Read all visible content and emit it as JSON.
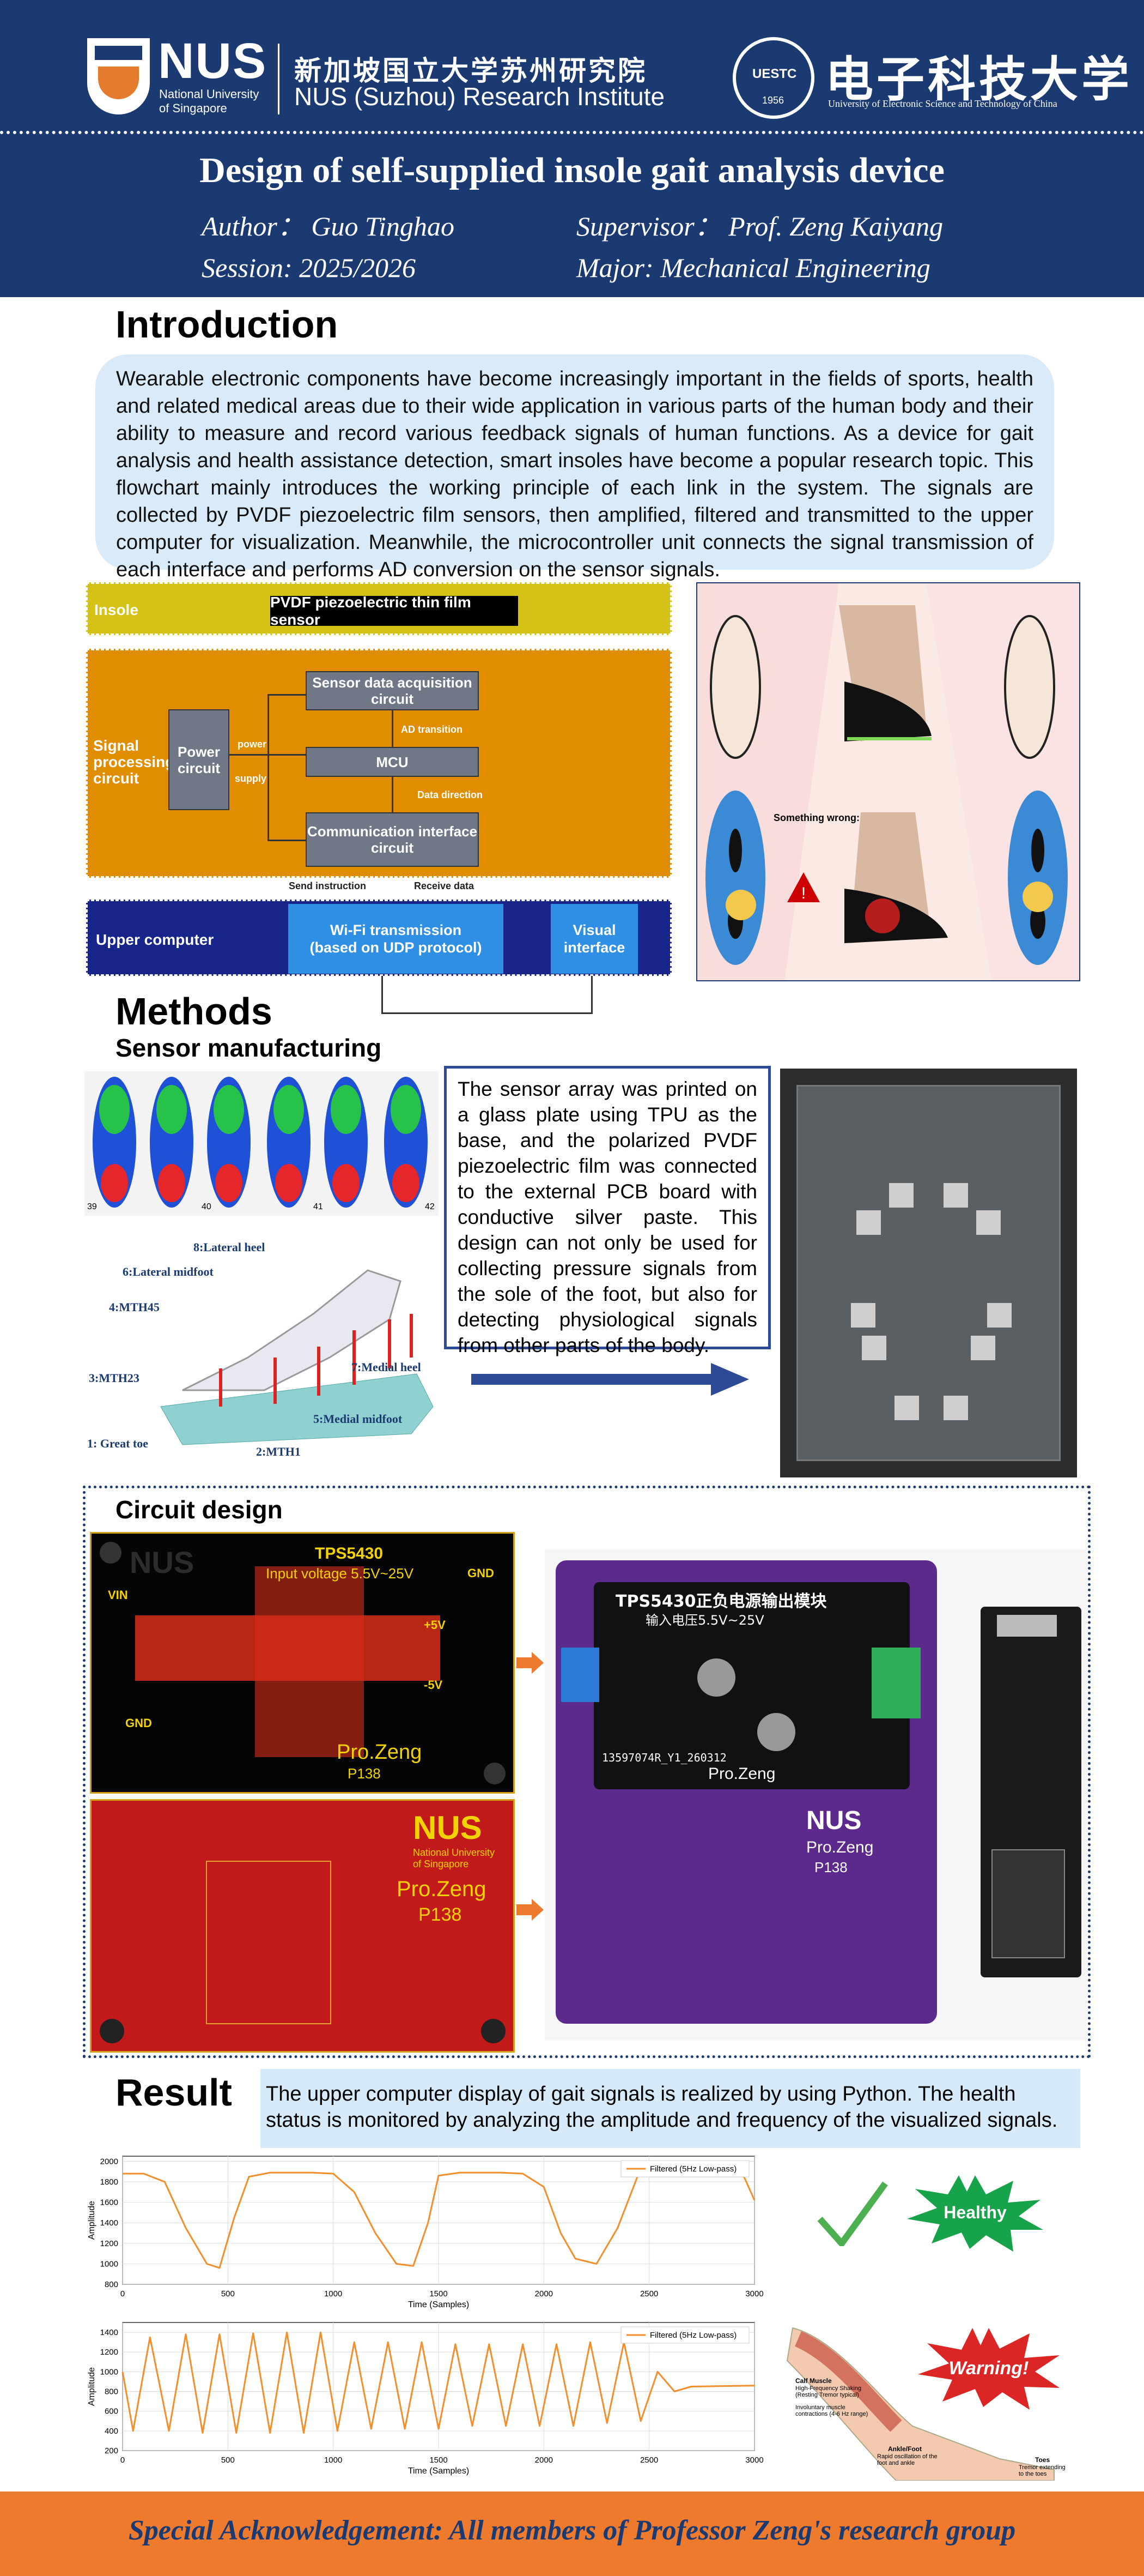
{
  "header": {
    "nus_logo": "NUS",
    "nus_full": "National University of Singapore",
    "institute_cn": "新加坡国立大学苏州研究院",
    "institute_en": "NUS (Suzhou) Research Institute",
    "uestc_cn": "电子科技大学",
    "uestc_en": "University of Electronic Science and Technology of China",
    "uestc_seal": "UESTC",
    "uestc_year": "1956"
  },
  "title": "Design of self-supplied insole gait analysis device",
  "meta": {
    "author": "Author： Guo Tinghao",
    "supervisor": "Supervisor： Prof. Zeng Kaiyang",
    "session": "Session: 2025/2026",
    "major": "Major: Mechanical Engineering"
  },
  "introduction": {
    "heading": "Introduction",
    "text": "Wearable electronic components have become increasingly important in the fields of sports, health and related medical areas due to their wide application in various parts of the human body and their ability to measure and record various feedback signals of human functions. As a device for gait analysis and health assistance detection, smart insoles have become a popular research topic. This flowchart mainly introduces the working principle of each link in the system. The signals are collected by PVDF piezoelectric film sensors, then amplified, filtered and transmitted to the upper computer for visualization. Meanwhile, the microcontroller unit connects the signal transmission of each interface and performs AD conversion on the sensor signals."
  },
  "flowchart": {
    "insole": "Insole",
    "sensor": "PVDF piezoelectric thin film sensor",
    "signal_processing": "Signal processing circuit",
    "power_circuit": "Power circuit",
    "power": "power",
    "supply": "supply",
    "acquisition": "Sensor data acquisition circuit",
    "ad_transition": "AD transition",
    "mcu": "MCU",
    "data_direction": "Data direction",
    "comm": "Communication interface circuit",
    "send_instruction": "Send instruction",
    "receive_data": "Receive data",
    "upper_computer": "Upper computer",
    "wifi": "Wi-Fi transmission (based on UDP protocol)",
    "visual": "Visual interface"
  },
  "illustration": {
    "something_wrong": "Something wrong:"
  },
  "methods": {
    "heading": "Methods",
    "sensor_heading": "Sensor manufacturing",
    "sensor_text": "The sensor array was printed on a glass plate using TPU as the base, and the polarized PVDF piezoelectric film was connected to the external PCB board with conductive silver paste. This design can not only be used for collecting pressure signals from the sole of the foot, but also for detecting physiological signals from other parts of the body.",
    "footprint_labels": [
      "39",
      "40",
      "41",
      "42"
    ],
    "foot_points": [
      "8:Lateral heel",
      "6:Lateral midfoot",
      "4:MTH45",
      "3:MTH23",
      "1: Great toe",
      "2:MTH1",
      "5:Medial midfoot",
      "7:Medial heel"
    ],
    "circuit_heading": "Circuit design"
  },
  "pcb": {
    "chip": "TPS5430",
    "input_voltage": "Input voltage 5.5V~25V",
    "label_vin": "VIN",
    "label_gnd": "GND",
    "label_5v": "+5V",
    "label_m5v": "-5V",
    "label_pro": "Pro.Zeng",
    "label_p138": "P138",
    "nus": "NUS",
    "nus_sub": "National University of Singapore",
    "photo_title": "TPS5430正负电源输出模块",
    "photo_sub": "输入电压5.5V~25V",
    "photo_code": "13597074R_Y1_260312"
  },
  "result": {
    "heading": "Result",
    "text": "The upper computer display of gait signals is realized by using Python. The health status is monitored by analyzing the amplitude and frequency of the visualized signals.",
    "healthy": "Healthy",
    "warning": "Warning!",
    "anatomy": [
      "Calf Muscle",
      "High-Frequency Shaking (Resting Tremor typical)",
      "Involuntary muscle contractions (4-6 Hz range)",
      "Ankle/Foot",
      "Rapid oscillation of the foot and ankle",
      "Toes",
      "Tremor extending to the toes"
    ]
  },
  "chart_data": [
    {
      "type": "line",
      "xlabel": "Time (Samples)",
      "ylabel": "Amplitude",
      "xlim": [
        0,
        3000
      ],
      "ylim": [
        800,
        2050
      ],
      "x_ticks": [
        0,
        500,
        1000,
        1500,
        2000,
        2500,
        3000
      ],
      "y_ticks": [
        800,
        1000,
        1200,
        1400,
        1600,
        1800,
        2000
      ],
      "legend": "top-right",
      "grid": true,
      "series": [
        {
          "name": "Filtered (5Hz Low-pass)",
          "color": "#f28e2b",
          "x": [
            0,
            100,
            200,
            300,
            400,
            460,
            530,
            600,
            700,
            800,
            900,
            1000,
            1100,
            1200,
            1300,
            1380,
            1450,
            1500,
            1600,
            1700,
            1800,
            1900,
            2000,
            2080,
            2150,
            2250,
            2350,
            2450,
            2550,
            2650,
            2750,
            2850,
            2950,
            3000
          ],
          "values": [
            1880,
            1880,
            1800,
            1350,
            1000,
            960,
            1450,
            1850,
            1890,
            1890,
            1890,
            1880,
            1700,
            1300,
            1000,
            980,
            1400,
            1860,
            1890,
            1890,
            1890,
            1880,
            1750,
            1300,
            1050,
            1000,
            1350,
            1880,
            1900,
            1910,
            1900,
            1880,
            1850,
            1620
          ]
        }
      ]
    },
    {
      "type": "line",
      "xlabel": "Time (Samples)",
      "ylabel": "Amplitude",
      "xlim": [
        0,
        3000
      ],
      "ylim": [
        200,
        1500
      ],
      "x_ticks": [
        0,
        500,
        1000,
        1500,
        2000,
        2500,
        3000
      ],
      "y_ticks": [
        200,
        400,
        600,
        800,
        1000,
        1200,
        1400
      ],
      "legend": "top-right",
      "grid": true,
      "series": [
        {
          "name": "Filtered (5Hz Low-pass)",
          "color": "#f28e2b",
          "x": [
            0,
            50,
            130,
            220,
            300,
            380,
            460,
            540,
            620,
            700,
            780,
            860,
            940,
            1020,
            1100,
            1180,
            1260,
            1340,
            1420,
            1500,
            1580,
            1660,
            1740,
            1820,
            1900,
            1980,
            2060,
            2140,
            2220,
            2300,
            2380,
            2460,
            2540,
            2620,
            2700,
            3000
          ],
          "values": [
            1000,
            400,
            1350,
            400,
            1380,
            380,
            1380,
            380,
            1390,
            380,
            1400,
            380,
            1400,
            400,
            1300,
            420,
            1300,
            420,
            1300,
            420,
            1280,
            450,
            1280,
            450,
            1280,
            450,
            1280,
            450,
            1300,
            480,
            1300,
            500,
            1000,
            800,
            850,
            860
          ]
        }
      ]
    }
  ],
  "footer": "Special Acknowledgement: All members of Professor Zeng's research group"
}
